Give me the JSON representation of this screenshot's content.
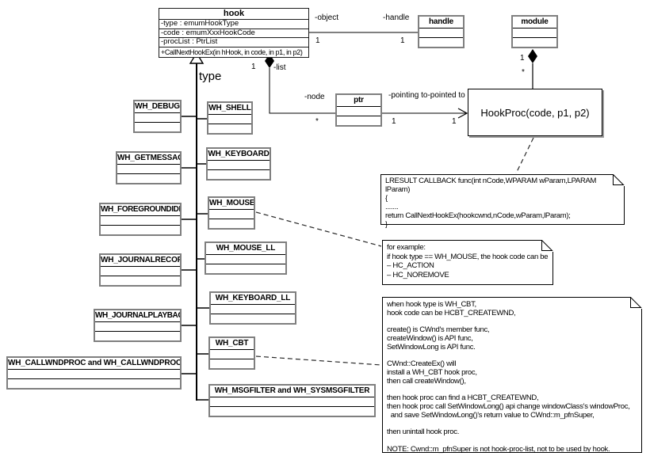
{
  "colors": {
    "box_border_gray": "#7f7f7f",
    "line_black": "#000000",
    "shadow_gray": "#9a9a9a",
    "background": "#ffffff"
  },
  "hook_class": {
    "title": "hook",
    "attributes": [
      "-type : emumHookType",
      "-code : emumXxxHookCode",
      "-procList : PtrList"
    ],
    "operation": "+CallNextHookEx(in hHook, in code, in p1, in p2)"
  },
  "classes": {
    "handle": "handle",
    "module": "module",
    "ptr": "ptr"
  },
  "hookproc_label": "HookProc(code, p1, p2)",
  "generalization_label": "type",
  "hook_types": [
    "WH_DEBUG",
    "WH_SHELL",
    "WH_GETMESSAGE",
    "WH_KEYBOARD",
    "WH_FOREGROUNDIDLE",
    "WH_MOUSE",
    "WH_MOUSE_LL",
    "WH_JOURNALRECORD",
    "WH_JOURNALPLAYBACK",
    "WH_KEYBOARD_LL",
    "WH_CBT",
    "WH_CALLWNDPROC and WH_CALLWNDPROCRET",
    "WH_MSGFILTER and WH_SYSMSGFILTER"
  ],
  "edge_labels": {
    "object_role": "-object",
    "object_mult": "1",
    "handle_role": "-handle",
    "handle_mult": "1",
    "list_mult": "1",
    "list_role": "-list",
    "node_role": "-node",
    "node_mult": "*",
    "pointing_role": "-pointing to-pointed to",
    "pointing_src_mult": "1",
    "pointing_dst_mult": "1",
    "module_mult": "1",
    "module_star": "*"
  },
  "notes": {
    "callback": "LRESULT CALLBACK func(int nCode,WPARAM wParam,LPARAM lParam)\n{\n.......\nreturn CallNextHookEx(hookcwnd,nCode,wParam,lParam);\n}",
    "example": "for example:\nif hook type == WH_MOUSE, the hook code can be\n– HC_ACTION\n– HC_NOREMOVE",
    "cbt": "when hook type is WH_CBT,\nhook code can be HCBT_CREATEWND,\n\ncreate() is CWnd's member func,\ncreateWindow() is API func,\nSetWindowLong is API func.\n\nCWnd::CreateEx() will\ninstall a WH_CBT hook proc,\nthen call createWindow(),\n\nthen hook proc can find a HCBT_CREATEWND,\nthen hook proc call SetWindowLong() api change windowClass's windowProc,\n  and save SetWindowLong()'s return value to CWnd::m_pfnSuper,\n\nthen unintall hook proc.\n\nNOTE: Cwnd::m_pfnSuper is not hook-proc-list, not to be used by hook."
  }
}
